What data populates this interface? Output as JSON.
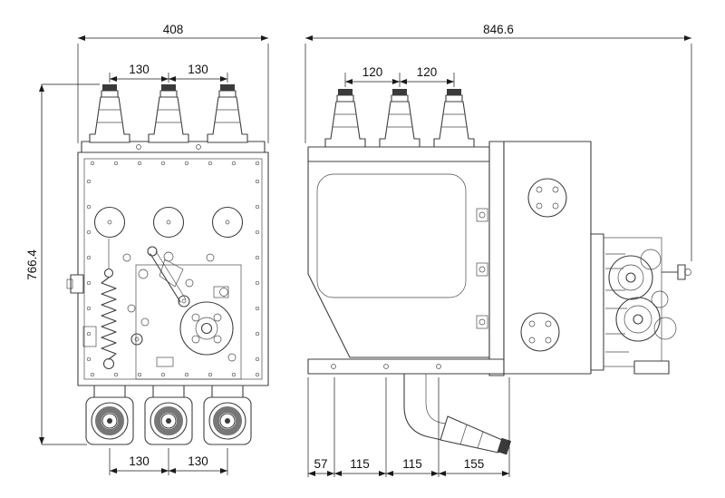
{
  "views": {
    "front": {
      "dimensions": {
        "overall_width": "408",
        "top_pitch_left": "130",
        "top_pitch_right": "130",
        "overall_height": "766.4",
        "bottom_pitch_left": "130",
        "bottom_pitch_right": "130"
      }
    },
    "side": {
      "dimensions": {
        "overall_depth": "846.6",
        "top_pitch_left": "120",
        "top_pitch_right": "120",
        "base_seg_1": "57",
        "base_seg_2": "115",
        "base_seg_3": "115",
        "base_seg_4": "155"
      }
    }
  },
  "colors": {
    "line": "#3f3f3f",
    "dimension": "#111111",
    "background": "#ffffff"
  }
}
